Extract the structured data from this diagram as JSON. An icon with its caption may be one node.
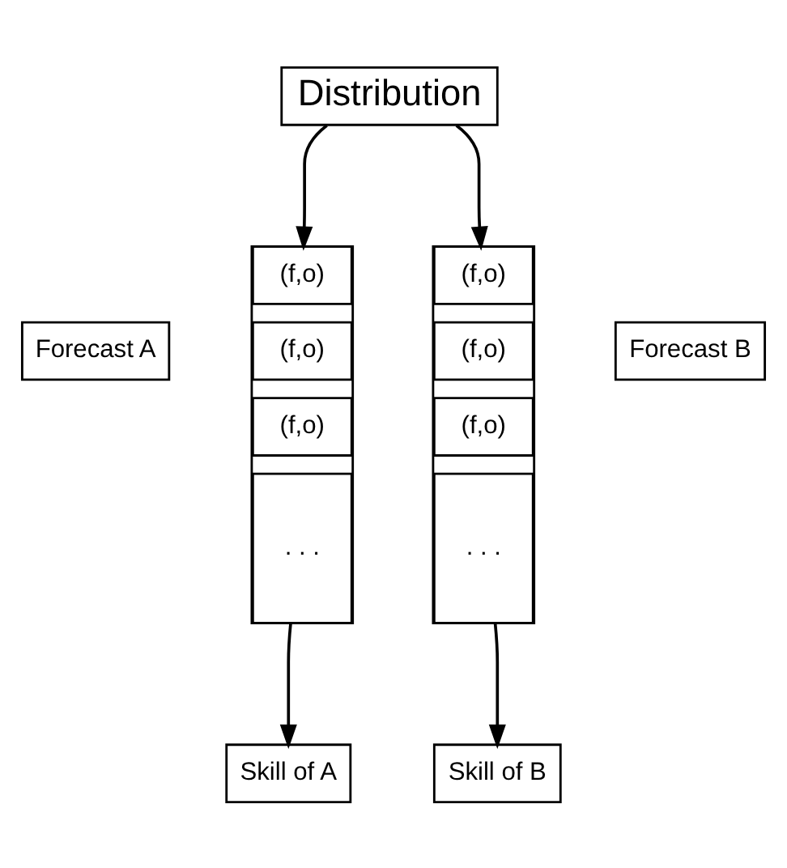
{
  "diagram": {
    "nodes": [
      {
        "text": [
          "Distribution"
        ]
      },
      {
        "text": [],
        "shape": "box"
      },
      {
        "text": [
          "(f,o)"
        ],
        "in": 1
      },
      {
        "text": [
          "(f,o)"
        ],
        "in": 1
      },
      {
        "text": [
          "(f,o)"
        ],
        "in": 1
      },
      {
        "text": [
          ". . ."
        ],
        "in": 1
      },
      {
        "text": [],
        "shape": "box"
      },
      {
        "text": [
          "(f,o)"
        ],
        "in": 6
      },
      {
        "text": [
          "(f,o)"
        ],
        "in": 6
      },
      {
        "text": [
          "(f,o)"
        ],
        "in": 6
      },
      {
        "text": [
          ". . ."
        ],
        "in": 6
      },
      {
        "text": [
          "Forecast A"
        ]
      },
      {
        "text": [
          "Forecast B"
        ]
      },
      {
        "text": [
          "Skill of A"
        ]
      },
      {
        "text": [
          "Skill of B"
        ]
      }
    ],
    "edges": [
      {
        "from": 0,
        "to": 1,
        "arrow": "to"
      },
      {
        "from": 0,
        "to": 6,
        "arrow": "to"
      },
      {
        "from": 1,
        "to": 13,
        "arrow": "to"
      },
      {
        "from": 6,
        "to": 14,
        "arrow": "to"
      }
    ]
  }
}
